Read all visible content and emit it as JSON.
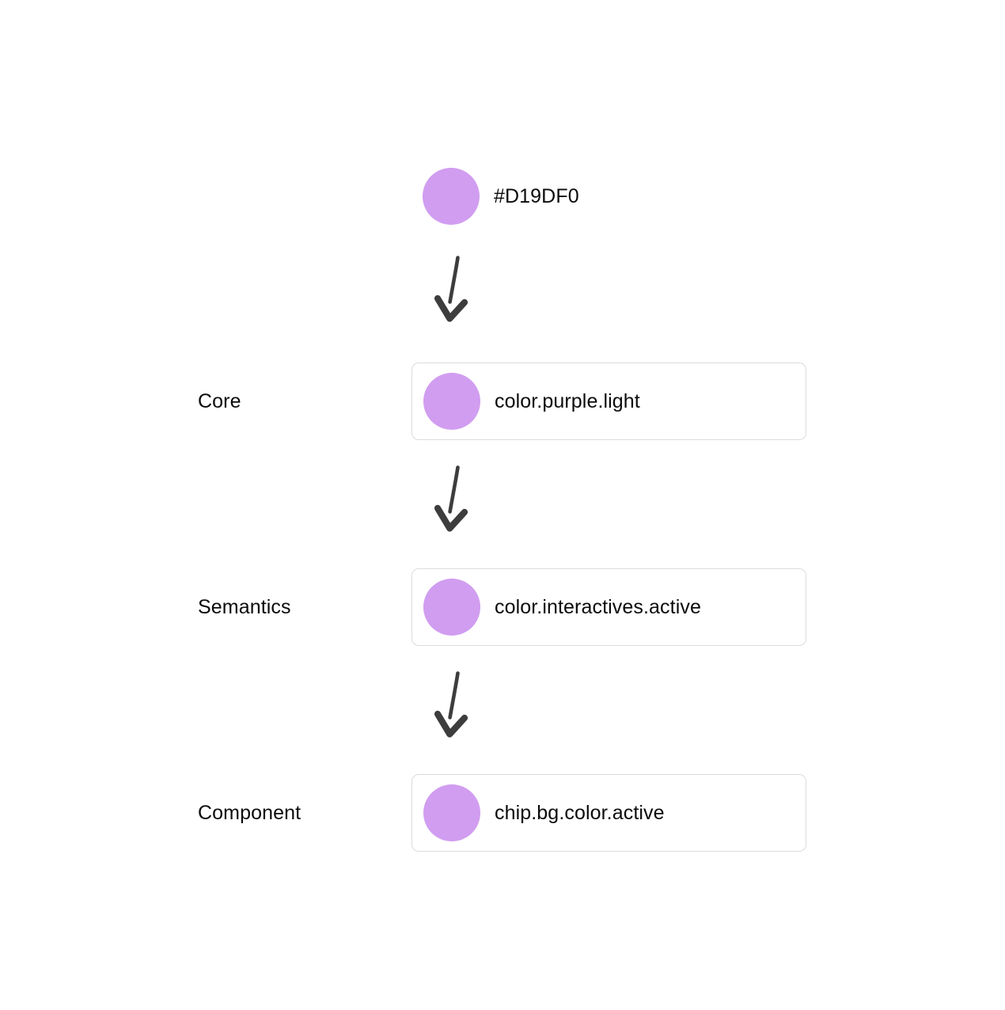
{
  "background_color": "#FFFFFF",
  "swatch_color": "#D19DF0",
  "arrow_color": "#3D3D3D",
  "card_border_color": "#DCDCDC",
  "text_color": "#0B0B0B",
  "raw_value": {
    "swatch_name": "color-swatch-circle",
    "label": "#D19DF0"
  },
  "tiers": [
    {
      "tier_label": "Core",
      "token_name": "color.purple.light",
      "swatch_color": "#D19DF0"
    },
    {
      "tier_label": "Semantics",
      "token_name": "color.interactives.active",
      "swatch_color": "#D19DF0"
    },
    {
      "tier_label": "Component",
      "token_name": "chip.bg.color.active",
      "swatch_color": "#D19DF0"
    }
  ],
  "arrows": [
    {
      "name": "arrow-raw-to-core",
      "direction": "down"
    },
    {
      "name": "arrow-core-to-semantics",
      "direction": "down"
    },
    {
      "name": "arrow-semantics-to-component",
      "direction": "down"
    }
  ]
}
